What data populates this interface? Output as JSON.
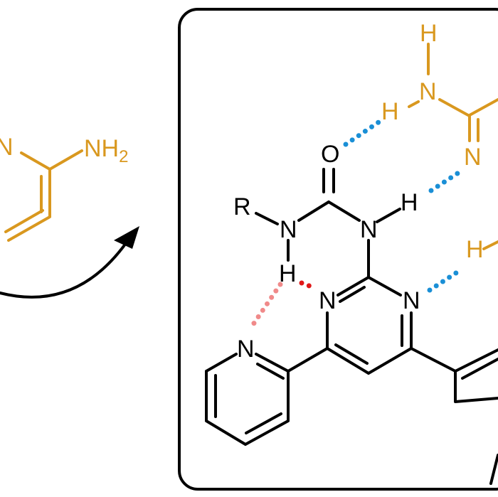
{
  "labels": {
    "left_n": "N",
    "left_nh2_nh": "NH",
    "left_nh2_sub": "2",
    "r_group": "R",
    "urea_o": "O",
    "urea_n_left": "N",
    "urea_n_right": "N",
    "urea_h_right": "H",
    "urea_h_left": "H",
    "pyrimidine_n1": "N",
    "pyrimidine_n3": "N",
    "pyridine_n": "N",
    "guest_h_top": "H",
    "guest_n_top": "N",
    "guest_h_left": "H",
    "guest_n_ring": "N",
    "guest_h_lower": "H"
  },
  "colors": {
    "guest": "#d9981f",
    "hbond_blue": "#1a8fd6",
    "hbond_pink": "#f08a8a",
    "hbond_red": "#e01818"
  }
}
